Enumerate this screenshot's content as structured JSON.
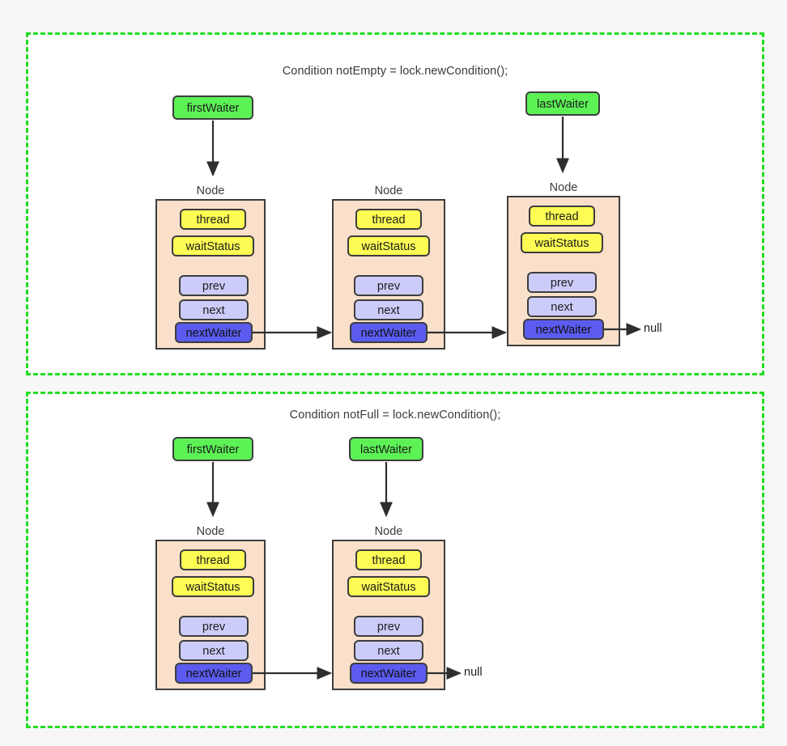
{
  "page": {
    "background": "#f7f7f8",
    "frame_border_color": "#22dd22",
    "node_fill": "#fae0ca",
    "waiter_fill": "#5cf255",
    "field_yellow": "#fcfc54",
    "field_lavender": "#ccccfa",
    "field_blue": "#5b5bf0",
    "stroke": "#3d3d3d",
    "null_text": "null"
  },
  "sections": [
    {
      "id": "notEmpty",
      "title": "Condition notEmpty = lock.newCondition();",
      "pointers": [
        {
          "label": "firstWaiter"
        },
        {
          "label": "lastWaiter"
        }
      ],
      "nodes": [
        {
          "label": "Node",
          "fields": [
            {
              "name": "thread",
              "label": "thread"
            },
            {
              "name": "waitStatus",
              "label": "waitStatus"
            },
            {
              "name": "prev",
              "label": "prev"
            },
            {
              "name": "next",
              "label": "next"
            },
            {
              "name": "nextWaiter",
              "label": "nextWaiter"
            }
          ]
        },
        {
          "label": "Node",
          "fields": [
            {
              "name": "thread",
              "label": "thread"
            },
            {
              "name": "waitStatus",
              "label": "waitStatus"
            },
            {
              "name": "prev",
              "label": "prev"
            },
            {
              "name": "next",
              "label": "next"
            },
            {
              "name": "nextWaiter",
              "label": "nextWaiter"
            }
          ]
        },
        {
          "label": "Node",
          "fields": [
            {
              "name": "thread",
              "label": "thread"
            },
            {
              "name": "waitStatus",
              "label": "waitStatus"
            },
            {
              "name": "prev",
              "label": "prev"
            },
            {
              "name": "next",
              "label": "next"
            },
            {
              "name": "nextWaiter",
              "label": "nextWaiter"
            }
          ]
        }
      ],
      "terminator": "null"
    },
    {
      "id": "notFull",
      "title": "Condition notFull = lock.newCondition();",
      "pointers": [
        {
          "label": "firstWaiter"
        },
        {
          "label": "lastWaiter"
        }
      ],
      "nodes": [
        {
          "label": "Node",
          "fields": [
            {
              "name": "thread",
              "label": "thread"
            },
            {
              "name": "waitStatus",
              "label": "waitStatus"
            },
            {
              "name": "prev",
              "label": "prev"
            },
            {
              "name": "next",
              "label": "next"
            },
            {
              "name": "nextWaiter",
              "label": "nextWaiter"
            }
          ]
        },
        {
          "label": "Node",
          "fields": [
            {
              "name": "thread",
              "label": "thread"
            },
            {
              "name": "waitStatus",
              "label": "waitStatus"
            },
            {
              "name": "prev",
              "label": "prev"
            },
            {
              "name": "next",
              "label": "next"
            },
            {
              "name": "nextWaiter",
              "label": "nextWaiter"
            }
          ]
        }
      ],
      "terminator": "null"
    }
  ]
}
